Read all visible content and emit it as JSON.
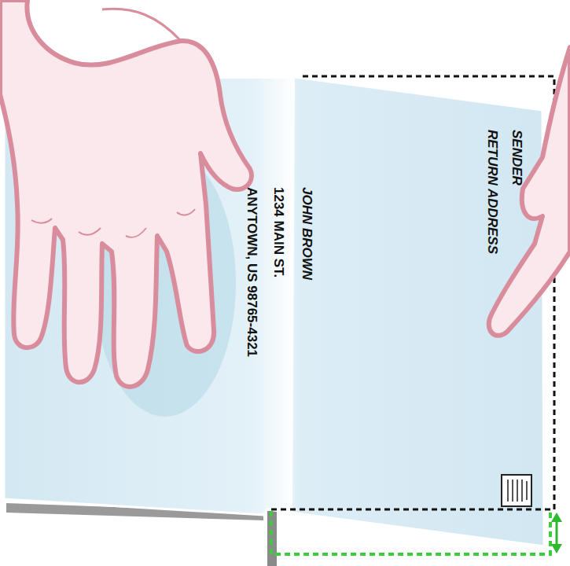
{
  "diagram": {
    "labels": [
      "JOHN BROWN",
      "1234 MAIN ST.",
      "ANYTOWN, US 98765-4321",
      "SENDER",
      "RETURN ADDRESS"
    ]
  }
}
